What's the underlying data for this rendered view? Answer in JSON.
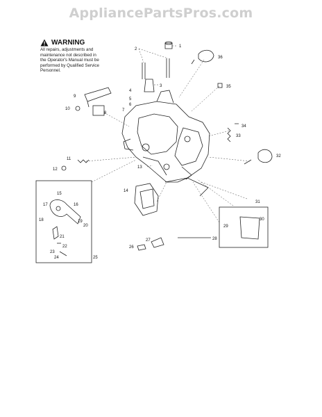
{
  "watermark": "AppliancePartsPros.com",
  "warning": {
    "title": "WARNING",
    "lines": [
      "All repairs, adjustments and",
      "maintenance not described in",
      "the Operator's Manual must be",
      "performed by Qualified Service",
      "Personnel."
    ]
  },
  "part_labels": [
    "1",
    "2",
    "3",
    "4",
    "5",
    "6",
    "7",
    "8",
    "9",
    "10",
    "11",
    "12",
    "13",
    "14",
    "15",
    "16",
    "17",
    "18",
    "19",
    "20",
    "21",
    "22",
    "23",
    "24",
    "25",
    "26",
    "27",
    "28",
    "29",
    "30",
    "31",
    "32",
    "33",
    "34",
    "35",
    "36"
  ]
}
